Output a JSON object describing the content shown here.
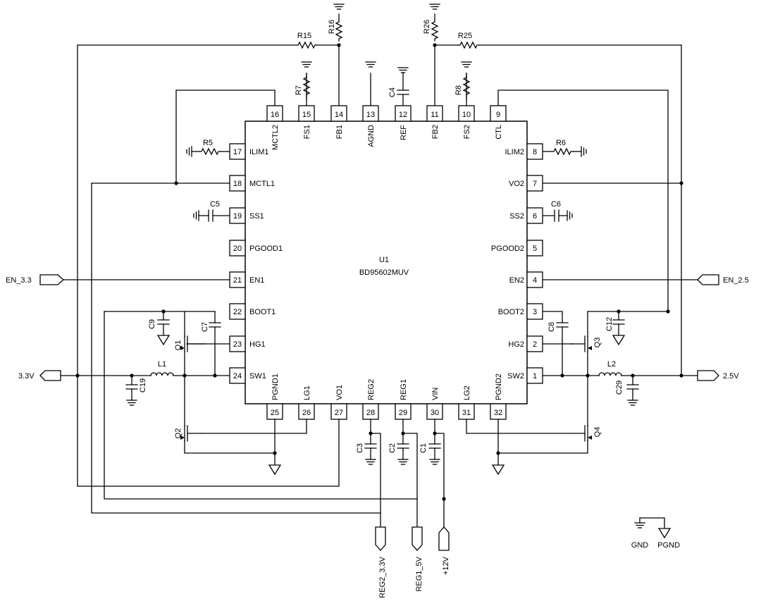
{
  "ic": {
    "ref": "U1",
    "part": "BD95602MUV"
  },
  "pins_top": [
    {
      "num": "16",
      "name": "MCTL2"
    },
    {
      "num": "15",
      "name": "FS1"
    },
    {
      "num": "14",
      "name": "FB1"
    },
    {
      "num": "13",
      "name": "AGND"
    },
    {
      "num": "12",
      "name": "REF"
    },
    {
      "num": "11",
      "name": "FB2"
    },
    {
      "num": "10",
      "name": "FS2"
    },
    {
      "num": "9",
      "name": "CTL"
    }
  ],
  "pins_left": [
    {
      "num": "17",
      "name": "ILIM1"
    },
    {
      "num": "18",
      "name": "MCTL1"
    },
    {
      "num": "19",
      "name": "SS1"
    },
    {
      "num": "20",
      "name": "PGOOD1"
    },
    {
      "num": "21",
      "name": "EN1"
    },
    {
      "num": "22",
      "name": "BOOT1"
    },
    {
      "num": "23",
      "name": "HG1"
    },
    {
      "num": "24",
      "name": "SW1"
    }
  ],
  "pins_right": [
    {
      "num": "8",
      "name": "ILIM2"
    },
    {
      "num": "7",
      "name": "VO2"
    },
    {
      "num": "6",
      "name": "SS2"
    },
    {
      "num": "5",
      "name": "PGOOD2"
    },
    {
      "num": "4",
      "name": "EN2"
    },
    {
      "num": "3",
      "name": "BOOT2"
    },
    {
      "num": "2",
      "name": "HG2"
    },
    {
      "num": "1",
      "name": "SW2"
    }
  ],
  "pins_bottom": [
    {
      "num": "25",
      "name": "PGND1"
    },
    {
      "num": "26",
      "name": "LG1"
    },
    {
      "num": "27",
      "name": "VO1"
    },
    {
      "num": "28",
      "name": "REG2"
    },
    {
      "num": "29",
      "name": "REG1"
    },
    {
      "num": "30",
      "name": "VIN"
    },
    {
      "num": "31",
      "name": "LG2"
    },
    {
      "num": "32",
      "name": "PGND2"
    }
  ],
  "components": {
    "r15": "R15",
    "r16": "R16",
    "r26": "R26",
    "r25": "R25",
    "r7": "R7",
    "r8": "R8",
    "r5": "R5",
    "r6": "R6",
    "c4": "C4",
    "c5": "C5",
    "c6": "C6",
    "c7": "C7",
    "c8": "C8",
    "c9": "C9",
    "c12": "C12",
    "c19": "C19",
    "c29": "C29",
    "c1": "C1",
    "c2": "C2",
    "c3": "C3",
    "l1": "L1",
    "l2": "L2",
    "q1": "Q1",
    "q2": "Q2",
    "q3": "Q3",
    "q4": "Q4"
  },
  "ports": {
    "en33": "EN_3.3",
    "en25": "EN_2.5",
    "v33": "3.3V",
    "v25": "2.5V",
    "reg2": "REG2_3.3V",
    "reg1": "REG1_5V",
    "v12": "+12V"
  },
  "legend": {
    "gnd": "GND",
    "pgnd": "PGND"
  }
}
